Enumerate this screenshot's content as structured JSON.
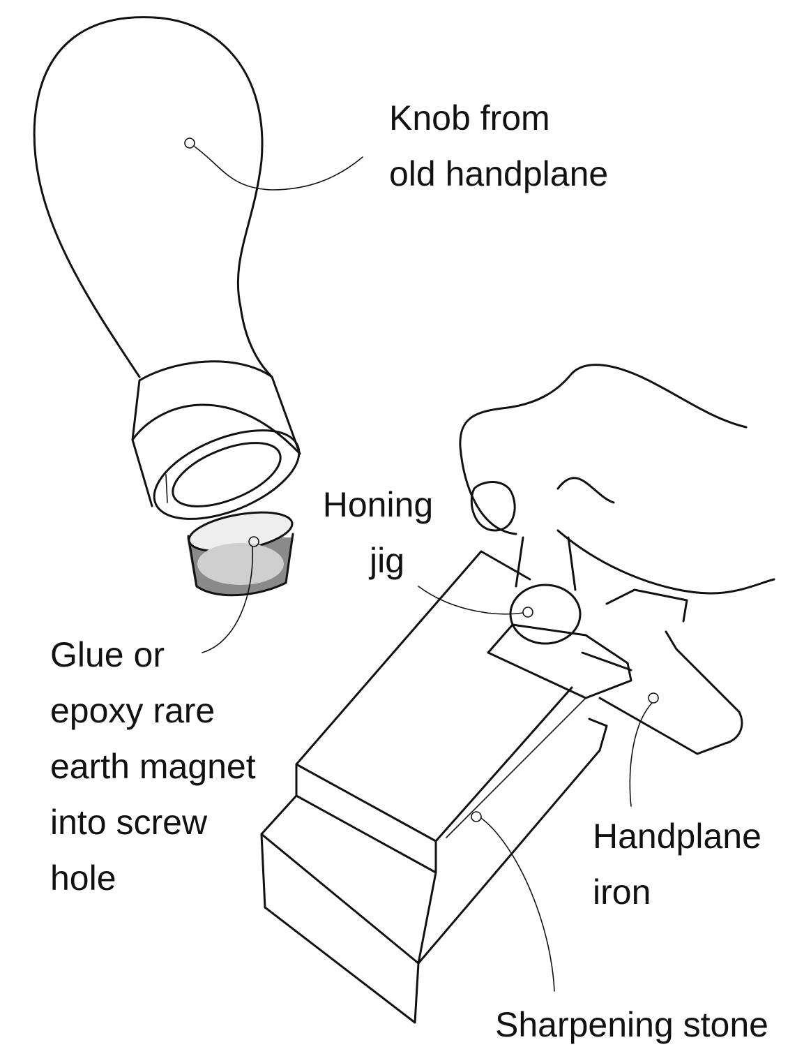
{
  "labels": {
    "knob": [
      "Knob from",
      "old handplane"
    ],
    "honing_jig": [
      "Honing",
      "jig"
    ],
    "magnet": [
      "Glue or",
      "epoxy rare",
      "earth magnet",
      "into screw",
      "hole"
    ],
    "iron": [
      "Handplane",
      "iron"
    ],
    "stone": [
      "Sharpening stone"
    ]
  },
  "colors": {
    "line": "#111111",
    "magnet_fill": "#8a8a8a",
    "background": "#ffffff"
  }
}
